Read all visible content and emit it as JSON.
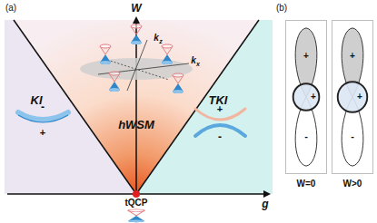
{
  "diagram": {
    "nodes": [
      {
        "text": [
          "KI"
        ]
      },
      {
        "text": [
          "hWSM"
        ]
      },
      {
        "text": [
          "TKI"
        ]
      },
      {
        "text": [
          "W=0"
        ]
      },
      {
        "text": [
          "W>0"
        ]
      }
    ],
    "labels": [
      "(a)",
      "W",
      "k",
      "z",
      "k",
      "x",
      "-",
      "+",
      "+",
      "-",
      "g",
      "tQCP",
      "(b)",
      "+",
      "+",
      "-",
      "+",
      "+",
      "-"
    ]
  }
}
